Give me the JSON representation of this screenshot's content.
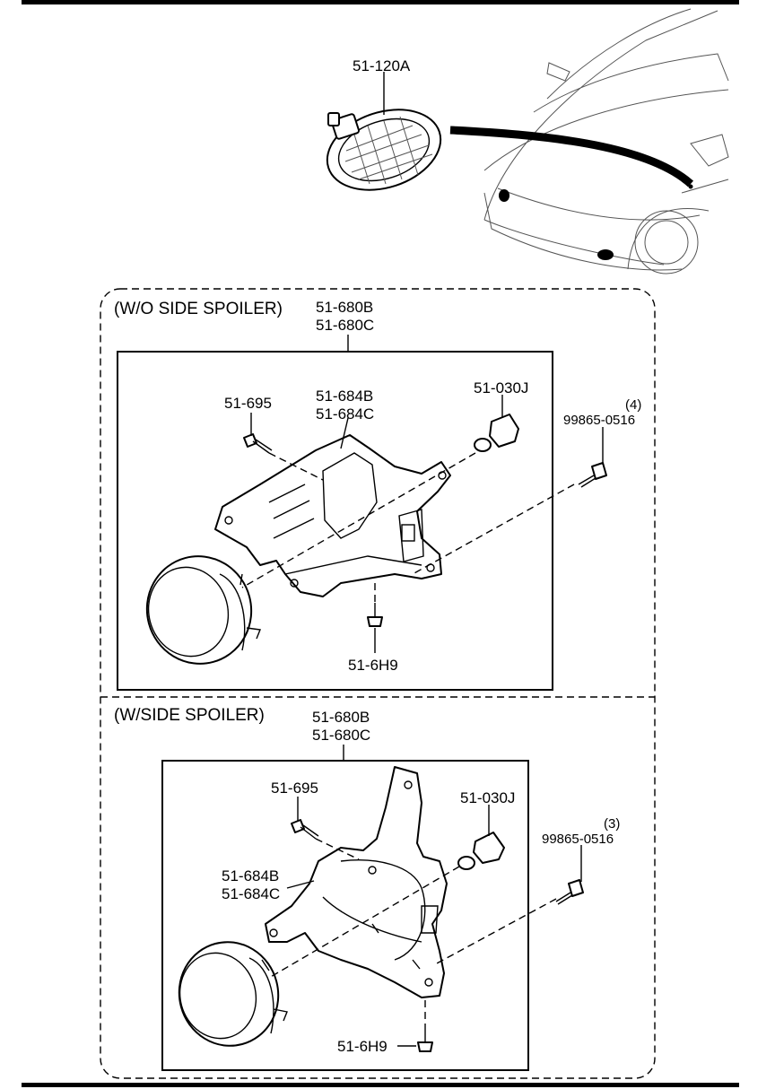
{
  "top_part": {
    "number": "51-120A"
  },
  "section_without_spoiler": {
    "heading": "(W/O SIDE SPOILER)",
    "assembly": [
      "51-680B",
      "51-680C"
    ],
    "screw": "51-695",
    "bracket": [
      "51-684B",
      "51-684C"
    ],
    "bulb": "51-030J",
    "clip_qty": "(4)",
    "clip": "99865-0516",
    "bolt": "51-6H9"
  },
  "section_with_spoiler": {
    "heading": "(W/SIDE SPOILER)",
    "assembly": [
      "51-680B",
      "51-680C"
    ],
    "screw": "51-695",
    "bracket": [
      "51-684B",
      "51-684C"
    ],
    "bulb": "51-030J",
    "clip_qty": "(3)",
    "clip": "99865-0516",
    "bolt": "51-6H9"
  }
}
